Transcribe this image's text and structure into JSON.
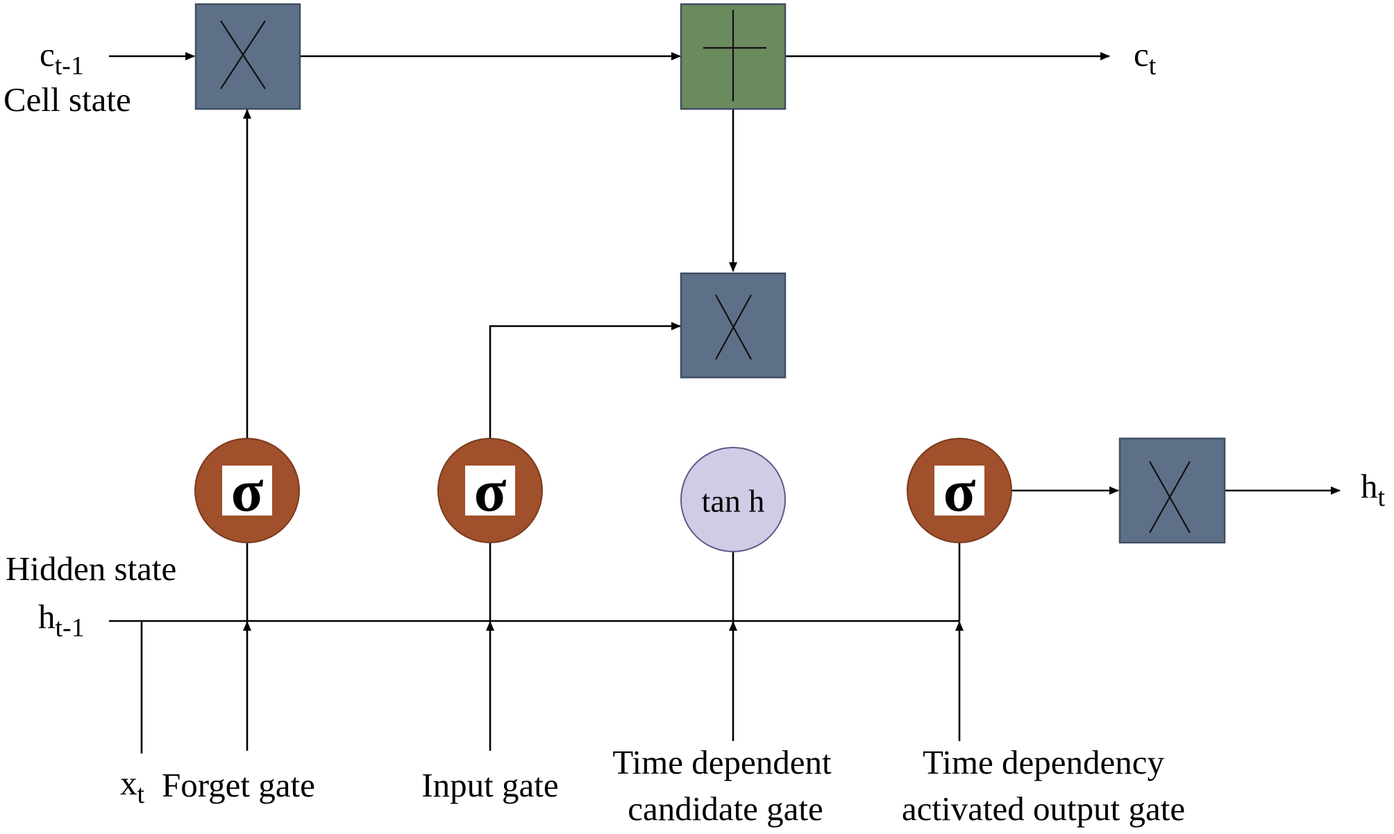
{
  "diagram": {
    "labels": {
      "c_prev_main": "c",
      "c_prev_sub": "t-1",
      "cell_state": "Cell state",
      "c_t_main": "c",
      "c_t_sub": "t",
      "hidden_state": "Hidden state",
      "h_prev_main": "h",
      "h_prev_sub": "t-1",
      "h_t_main": "h",
      "h_t_sub": "t",
      "x_t_main": "x",
      "x_t_sub": "t",
      "forget_gate": "Forget gate",
      "input_gate": "Input gate",
      "candidate_gate_line1": "Time dependent",
      "candidate_gate_line2": "candidate gate",
      "output_gate_line1": "Time dependency",
      "output_gate_line2": "activated output gate"
    },
    "nodes": {
      "sigma_symbol": "σ",
      "tanh_label": "tan h"
    },
    "colors": {
      "multiply_box": "#5e7087",
      "add_box": "#6b8a5e",
      "sigmoid_circle": "#a0502b",
      "tanh_circle": "#d0cce6",
      "line": "#000000"
    }
  }
}
